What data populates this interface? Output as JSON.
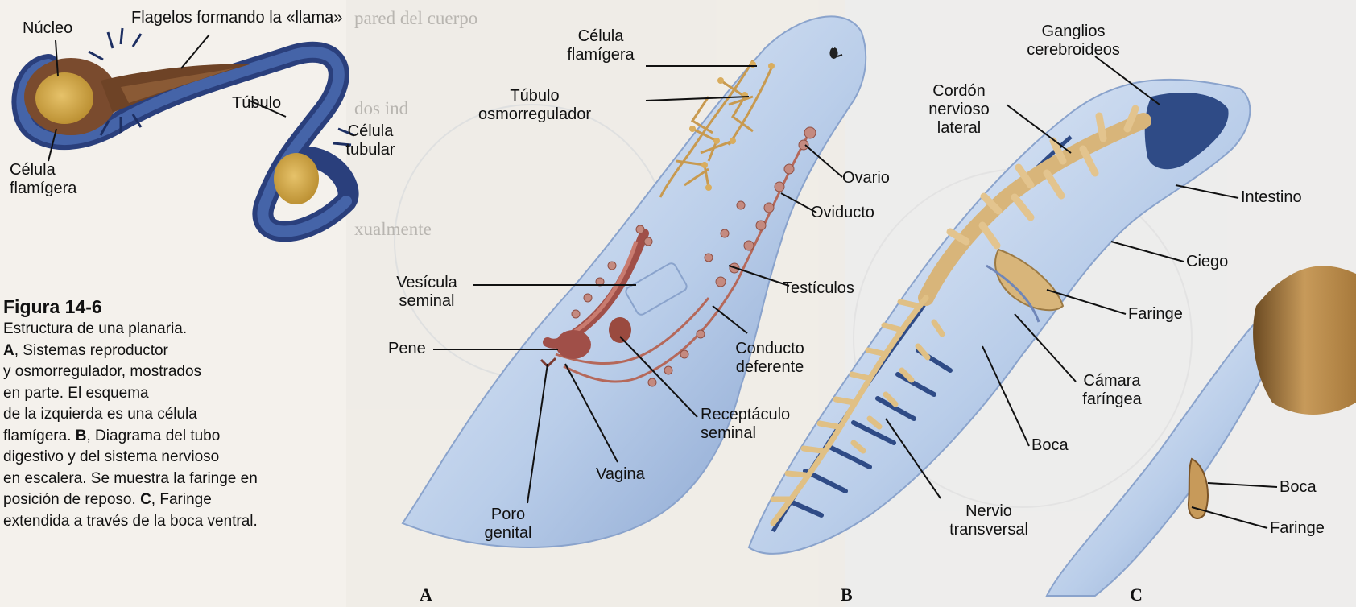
{
  "labels": {
    "nucleo": "Núcleo",
    "flagelos": "Flagelos formando la «llama»",
    "tubulo": "Túbulo",
    "celula_tubular_1": "Célula",
    "celula_tubular_2": "tubular",
    "celula_flamigera_a1": "Célula",
    "celula_flamigera_a2": "flamígera",
    "celula_flamigera_b1": "Célula",
    "celula_flamigera_b2": "flamígera",
    "tubulo_osmo_1": "Túbulo",
    "tubulo_osmo_2": "osmorregulador",
    "vesicula_1": "Vesícula",
    "vesicula_2": "seminal",
    "pene": "Pene",
    "poro_1": "Poro",
    "poro_2": "genital",
    "vagina": "Vagina",
    "ovario": "Ovario",
    "oviducto": "Oviducto",
    "testiculos": "Testículos",
    "conducto_1": "Conducto",
    "conducto_2": "deferente",
    "receptaculo_1": "Receptáculo",
    "receptaculo_2": "seminal",
    "ganglios_1": "Ganglios",
    "ganglios_2": "cerebroideos",
    "cordon_1": "Cordón",
    "cordon_2": "nervioso",
    "cordon_3": "lateral",
    "intestino": "Intestino",
    "ciego": "Ciego",
    "faringe_b": "Faringe",
    "camara_1": "Cámara",
    "camara_2": "faríngea",
    "boca_b": "Boca",
    "nervio_1": "Nervio",
    "nervio_2": "transversal",
    "boca_c": "Boca",
    "faringe_c": "Faringe"
  },
  "panels": {
    "a": "A",
    "b": "B",
    "c": "C"
  },
  "caption": {
    "title": "Figura 14-6",
    "intro": "Estructura de una planaria.",
    "a_letter": "A",
    "a_text": ", Sistemas reproductor\ny osmorregulador, mostrados\nen parte. El esquema\nde la izquierda es una célula\nflamígera. ",
    "b_letter": "B",
    "b_text": ", Diagrama del tubo\ndigestivo y del sistema nervioso\nen escalera. Se muestra la faringe en\nposición de reposo. ",
    "c_letter": "C",
    "c_text": ", Faringe\nextendida a través de la boca ventral."
  },
  "colors": {
    "body_blue": "#9fb9e0",
    "deep_blue": "#2f4b86",
    "tan": "#c99a55",
    "reproductive": "#a25a4a",
    "flame_yellow": "#d9b24a"
  }
}
